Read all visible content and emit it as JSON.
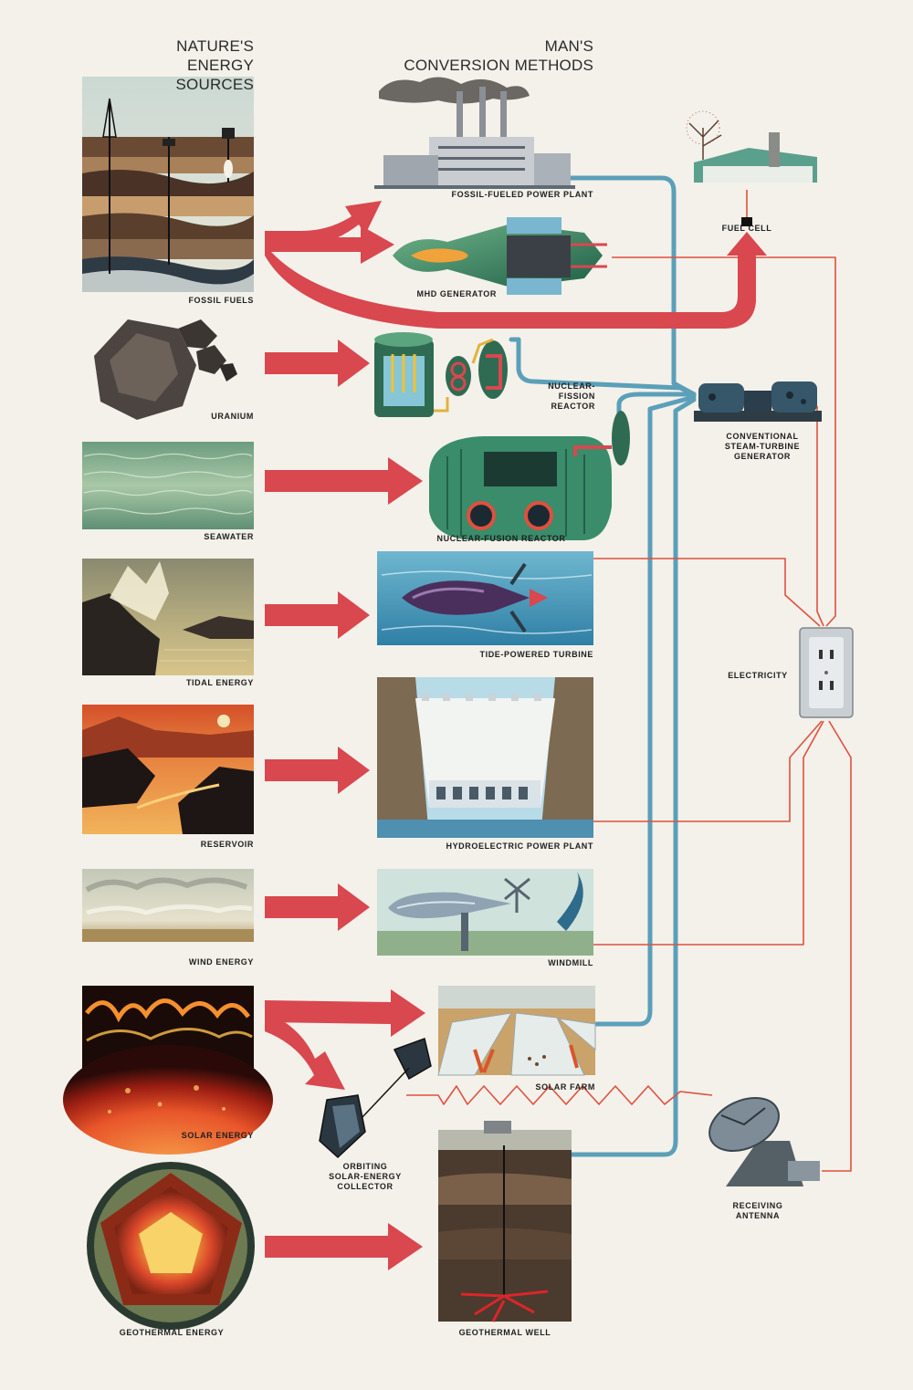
{
  "headers": {
    "sources": [
      "NATURE'S",
      "ENERGY SOURCES"
    ],
    "methods": [
      "MAN'S",
      "CONVERSION METHODS"
    ]
  },
  "sources": [
    {
      "id": "fossil",
      "label": "FOSSIL FUELS"
    },
    {
      "id": "uranium",
      "label": "URANIUM"
    },
    {
      "id": "seawater",
      "label": "SEAWATER"
    },
    {
      "id": "tidal",
      "label": "TIDAL ENERGY"
    },
    {
      "id": "reservoir",
      "label": "RESERVOIR"
    },
    {
      "id": "wind",
      "label": "WIND ENERGY"
    },
    {
      "id": "solar",
      "label": "SOLAR ENERGY"
    },
    {
      "id": "geothermal",
      "label": "GEOTHERMAL ENERGY"
    }
  ],
  "methods": [
    {
      "id": "fossil-plant",
      "label": [
        "FOSSIL-FUELED POWER PLANT"
      ]
    },
    {
      "id": "mhd",
      "label": [
        "MHD GENERATOR"
      ]
    },
    {
      "id": "fuel-cell",
      "label": [
        "FUEL CELL"
      ]
    },
    {
      "id": "fission",
      "label": [
        "NUCLEAR-",
        "FISSION",
        "REACTOR"
      ]
    },
    {
      "id": "steam",
      "label": [
        "CONVENTIONAL",
        "STEAM-TURBINE",
        "GENERATOR"
      ]
    },
    {
      "id": "fusion",
      "label": [
        "NUCLEAR-FUSION REACTOR"
      ]
    },
    {
      "id": "tide-turbine",
      "label": [
        "TIDE-POWERED TURBINE"
      ]
    },
    {
      "id": "electricity",
      "label": [
        "ELECTRICITY"
      ]
    },
    {
      "id": "hydro",
      "label": [
        "HYDROELECTRIC POWER PLANT"
      ]
    },
    {
      "id": "windmill",
      "label": [
        "WINDMILL"
      ]
    },
    {
      "id": "solar-farm",
      "label": [
        "SOLAR FARM"
      ]
    },
    {
      "id": "orbiting",
      "label": [
        "ORBITING",
        "SOLAR-ENERGY",
        "COLLECTOR"
      ]
    },
    {
      "id": "antenna",
      "label": [
        "RECEIVING",
        "ANTENNA"
      ]
    },
    {
      "id": "geo-well",
      "label": [
        "GEOTHERMAL WELL"
      ]
    }
  ],
  "colors": {
    "background": "#f3f1ea",
    "arrow": "#d9474f",
    "steam_pipe": "#5b9fb9",
    "wire": "#e0503e",
    "text": "#1e1e1e"
  }
}
